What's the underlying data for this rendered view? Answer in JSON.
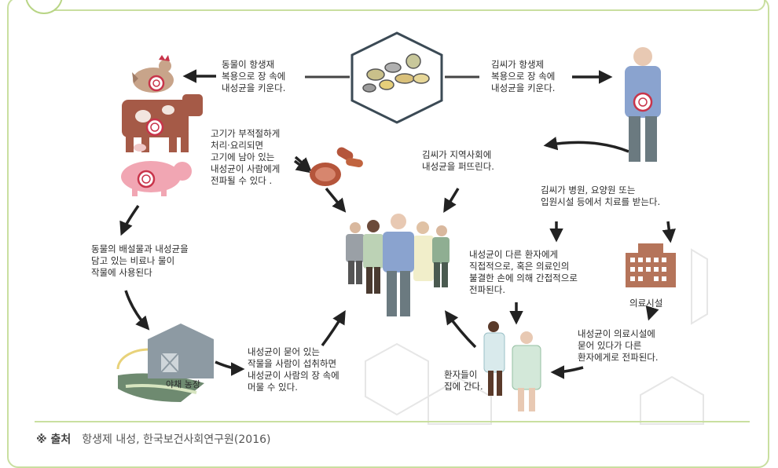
{
  "labels": {
    "animal_antibiotics": "동물이 항생재\n복용으로 장 속에\n내성균을 키운다.",
    "kim_antibiotics": "김씨가 항생제\n복용으로 장 속에\n내성균을 키운다.",
    "meat_spread": "고기가 부적절하게\n처리·요리되면\n고기에 남아 있는\n내성균이 사람에게\n전파될 수 있다 .",
    "kim_community": "김씨가 지역사회에\n내성균을 퍼뜨린다.",
    "kim_hospital": "김씨가 병원, 요양원 또는\n입원시설 등에서 치료를 받는다.",
    "manure": "동물의 배설물과 내성균을\n담고 있는 비료나 물이\n작물에 사용된다",
    "patient_spread": "내성균이 다른 환자에게\n직접적으로, 혹은 의료인의\n불결한 손에 의해 간접적으로\n전파된다.",
    "facility": "의료시설",
    "facility_spread": "내성균이 의료시설에\n묻어 있다가 다른\n환자에게로 전파된다.",
    "crops": "내성균이 묻어 있는\n작물을 사람이 섭취하면\n내성균이 사람의 장 속에\n머물 수 있다.",
    "patients_home": "환자들이\n집에 간다.",
    "farm": "야채 농장"
  },
  "source": {
    "prefix": "※ 출처",
    "text": "항생제 내성, 한국보건사회연구원(2016)"
  },
  "colors": {
    "frame": "#c9dfa0",
    "arrow": "#222222",
    "hexagon": "#3b4a55",
    "germ": "#c8344a",
    "building": "#b5745a"
  }
}
